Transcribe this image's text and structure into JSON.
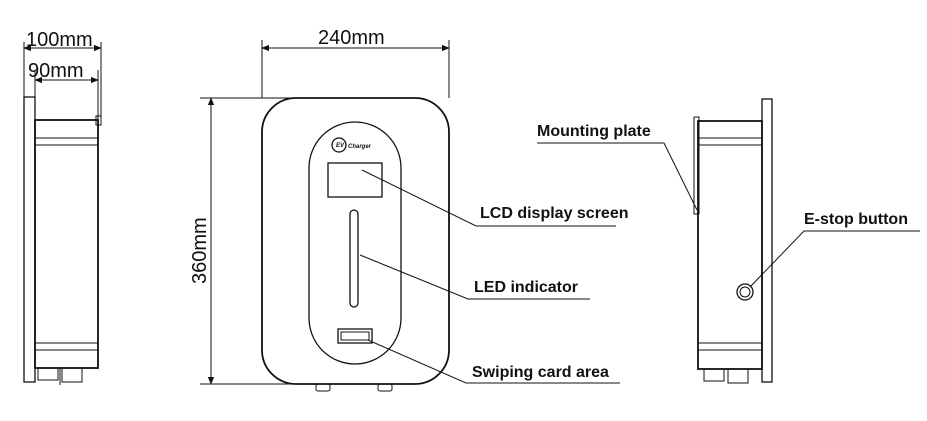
{
  "dimensions": {
    "depth_total": "100mm",
    "depth_body": "90mm",
    "width": "240mm",
    "height": "360mm"
  },
  "logo": {
    "mark": "EV",
    "text": "Charger"
  },
  "callouts": {
    "mounting_plate": "Mounting plate",
    "lcd_display_screen": "LCD display screen",
    "e_stop_button": "E-stop button",
    "led_indicator": "LED indicator",
    "swiping_card_area": "Swiping card area"
  }
}
